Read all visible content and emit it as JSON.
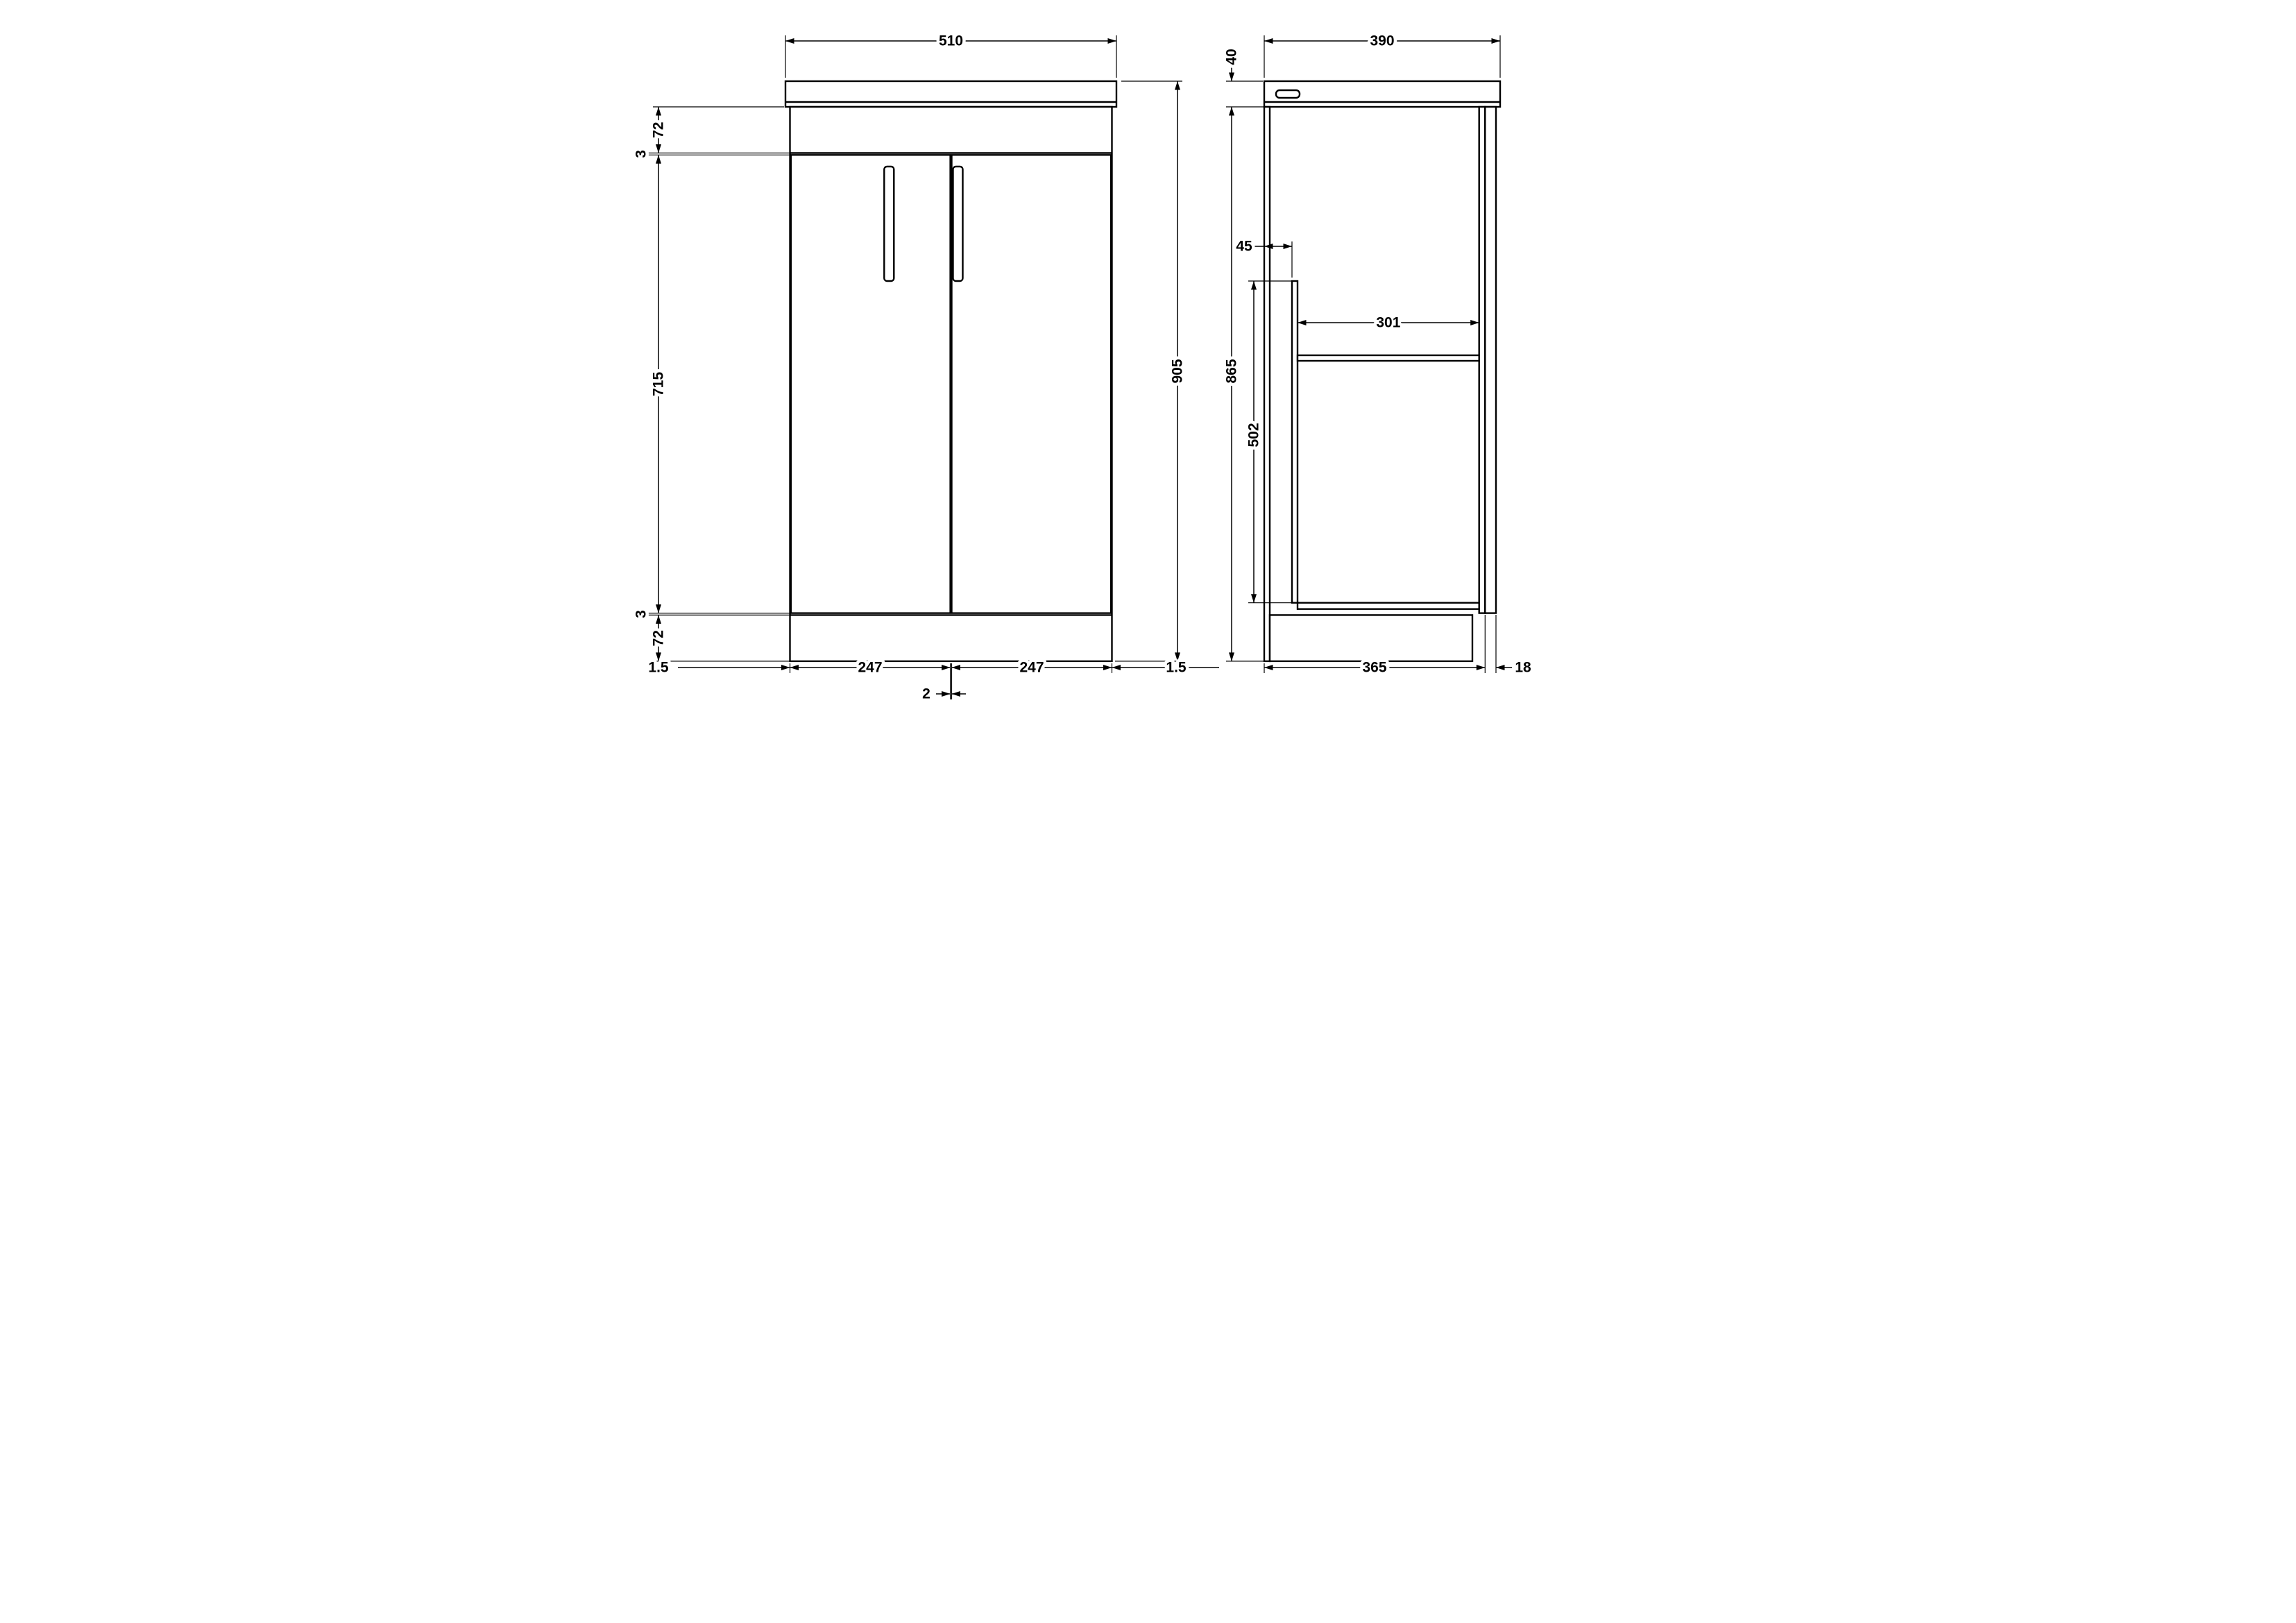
{
  "front_view": {
    "dims": {
      "overall_width": "510",
      "worktop_to_rail": "72",
      "top_gap": "3",
      "door_height": "715",
      "bottom_gap": "3",
      "plinth_height": "72",
      "overall_height": "905",
      "left_panel": "1.5",
      "left_door_width": "247",
      "right_door_width": "247",
      "right_panel": "1.5",
      "door_gap": "2"
    }
  },
  "side_view": {
    "dims": {
      "overall_depth": "390",
      "worktop_thickness": "40",
      "cabinet_height": "865",
      "back_void": "45",
      "internal_depth": "301",
      "internal_height": "502",
      "cabinet_depth": "365",
      "door_thickness": "18"
    }
  }
}
